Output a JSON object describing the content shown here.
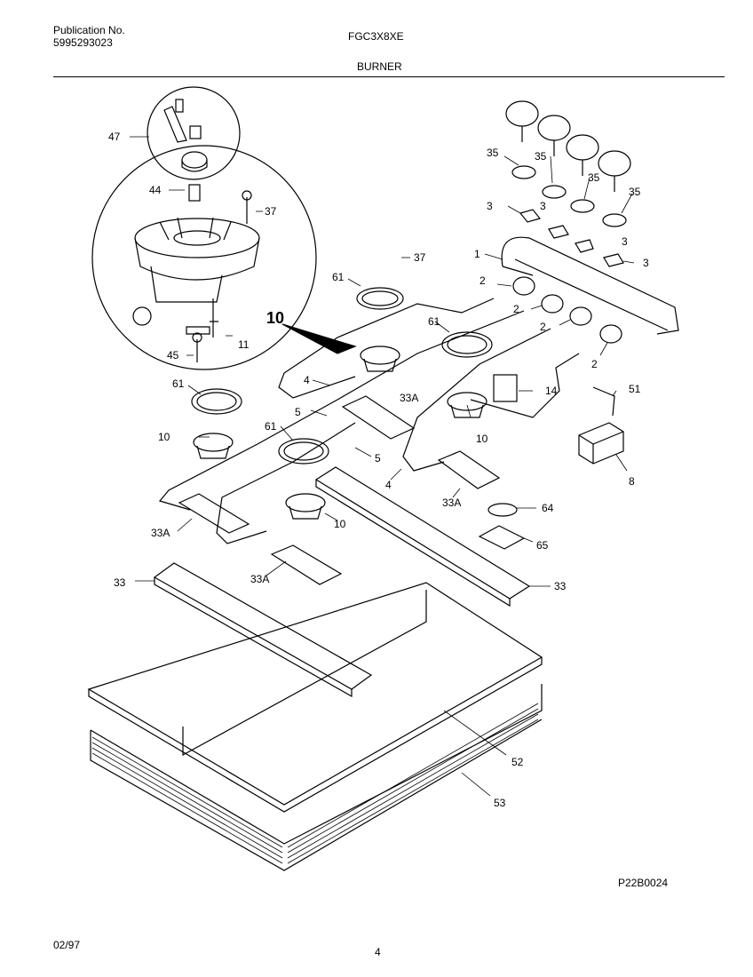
{
  "header": {
    "publication_label": "Publication No.",
    "publication_number": "5995293023",
    "model": "FGC3X8XE",
    "section": "BURNER"
  },
  "footer": {
    "date": "02/97",
    "page": "4",
    "diagram_code": "P22B0024"
  },
  "callouts": {
    "c1": "1",
    "c2a": "2",
    "c2b": "2",
    "c2c": "2",
    "c2d": "2",
    "c3a": "3",
    "c3b": "3",
    "c3c": "3",
    "c3d": "3",
    "c4a": "4",
    "c4b": "4",
    "c5a": "5",
    "c5b": "5",
    "c8": "8",
    "c10a": "10",
    "c10b": "10",
    "c10c": "10",
    "c10d": "10",
    "c11": "11",
    "c14": "14",
    "c33a": "33",
    "c33b": "33",
    "c33Aa": "33A",
    "c33Ab": "33A",
    "c33Ac": "33A",
    "c33Ad": "33A",
    "c35a": "35",
    "c35b": "35",
    "c35c": "35",
    "c35d": "35",
    "c37a": "37",
    "c37b": "37",
    "c44": "44",
    "c45": "45",
    "c47": "47",
    "c51": "51",
    "c52": "52",
    "c53": "53",
    "c61a": "61",
    "c61b": "61",
    "c61c": "61",
    "c61d": "61",
    "c64": "64",
    "c65": "65"
  }
}
